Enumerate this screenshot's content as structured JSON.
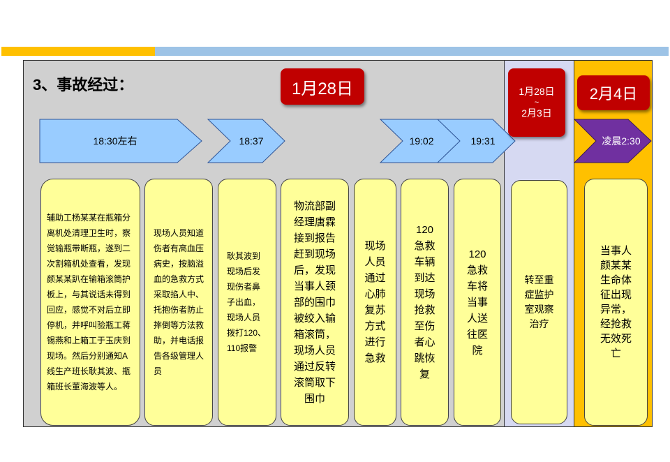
{
  "header": {
    "title": "3、事故经过："
  },
  "dates": {
    "d1": "1月28日",
    "d2_line1": "1月28日",
    "d2_line2": "~",
    "d2_line3": "2月3日",
    "d3": "2月4日"
  },
  "times": {
    "t1": "18:30左右",
    "t2": "18:37",
    "t3": "19:02",
    "t4": "19:31",
    "t5": "凌晨2:30"
  },
  "cards": {
    "c1": "辅助工杨某某在瓶箱分离机处清理卫生时，察觉输瓶带断瓶，遂到二次割箱机处查看，发现颜某某趴在输箱滚筒护板上，与其说话未得到回应，感觉不对后立即停机，并呼叫验瓶工蒋锡燕和上箱工于玉庆到现场。然后分别通知A线生产班长耿其波、瓶箱班长董海波等人。",
    "c2": "现场人员知道伤者有高血压病史，按脑溢血的急救方式采取掐人中、托抱伤者防止摔倒等方法救助，并电话报告各级管理人员",
    "c3": "耿其波到现场后发现伤者鼻子出血，现场人员拨打120、110报警",
    "c4": "物流部副经理唐霖接到报告赶到现场后，发现当事人颈部的围巾被绞入输箱滚筒，现场人员通过反转滚筒取下围巾",
    "c5": "现场人员通过心肺复苏方式进行急救",
    "c6": "120急救车辆到达现场抢救至伤者心跳恢复",
    "c7": "120急救车将当事人送往医院",
    "c8": "转至重症监护室观察治疗",
    "c9": "当事人颜某某生命体征出现异常，经抢救无效死亡"
  },
  "colors": {
    "accent_orange": "#ffc000",
    "accent_blue": "#9dc3e6",
    "arrow_blue": "#99ccff",
    "arrow_purple": "#7030a0",
    "date_red": "#c00000",
    "card_yellow": "#ffff99",
    "panel_grey": "#d0d0d0",
    "panel_lavender": "#d6d9f2"
  }
}
